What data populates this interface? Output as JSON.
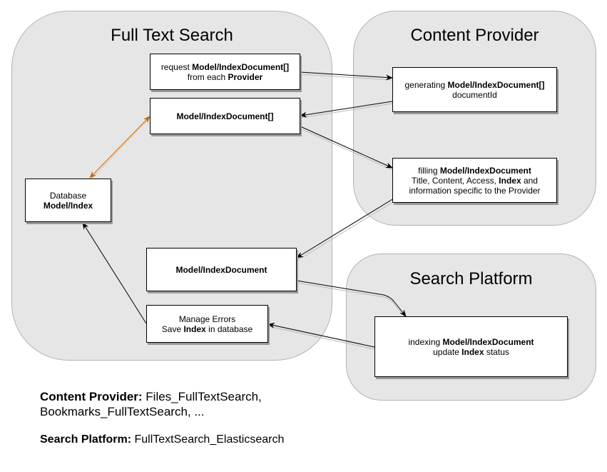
{
  "groups": {
    "fts": "Full Text Search",
    "provider": "Content Provider",
    "platform": "Search Platform"
  },
  "boxes": {
    "request": {
      "t1": "request ",
      "b1": "Model/IndexDocument[]",
      "t2": "from each ",
      "b2": "Provider"
    },
    "indexdoc_array": {
      "b1": "Model/IndexDocument[]"
    },
    "generating": {
      "t1": "generating ",
      "b1": "Model/IndexDocument[]",
      "t2": "documentId"
    },
    "filling": {
      "t1": "filling ",
      "b1": "Model/IndexDocument",
      "t2": "Title, Content, Access, ",
      "b2": "Index",
      "t3": " and",
      "t4": "information specific to the Provider"
    },
    "database": {
      "t1": "Database",
      "b1": "Model/Index"
    },
    "indexdoc": {
      "b1": "Model/IndexDocument"
    },
    "errors": {
      "t1": "Manage Errors",
      "t2": "Save ",
      "b1": "Index",
      "t3": " in database"
    },
    "indexing": {
      "t1": "indexing ",
      "b1": "Model/IndexDocument",
      "t2": "update ",
      "b2": "Index",
      "t3": " status"
    }
  },
  "legend": {
    "provider_label": "Content Provider:",
    "provider_value_1": " Files_FullTextSearch,",
    "provider_value_2": "Bookmarks_FullTextSearch, ...",
    "platform_label": "Search Platform:",
    "platform_value": " FullTextSearch_Elasticsearch"
  },
  "colors": {
    "group_fill": "#e6e6e6",
    "arrow": "#000000",
    "db_link": "#cc6600"
  }
}
